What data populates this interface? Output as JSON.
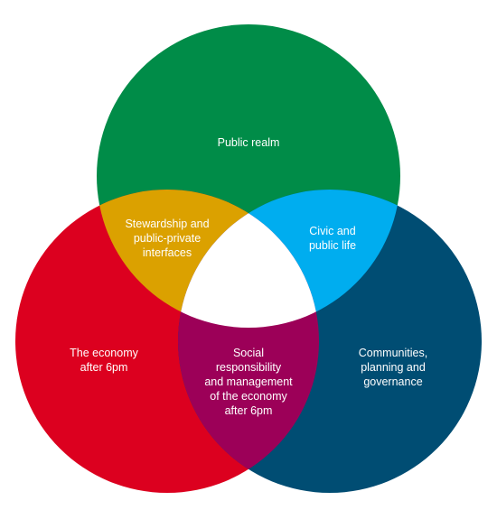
{
  "venn": {
    "colors": {
      "top": "#008c48",
      "left": "#dc001f",
      "right": "#004d73",
      "top_left": "#dba100",
      "top_right": "#00adef",
      "left_right": "#9c0058",
      "center": "#ffffff"
    },
    "labels": {
      "top": [
        "Public realm"
      ],
      "left": [
        "The economy",
        "after 6pm"
      ],
      "right": [
        "Communities,",
        "planning and",
        "governance"
      ],
      "top_left": [
        "Stewardship and",
        "public-private",
        "interfaces"
      ],
      "top_right": [
        "Civic and",
        "public life"
      ],
      "left_right": [
        "Social",
        "responsibility",
        "and management",
        "of the economy",
        "after 6pm"
      ]
    }
  }
}
